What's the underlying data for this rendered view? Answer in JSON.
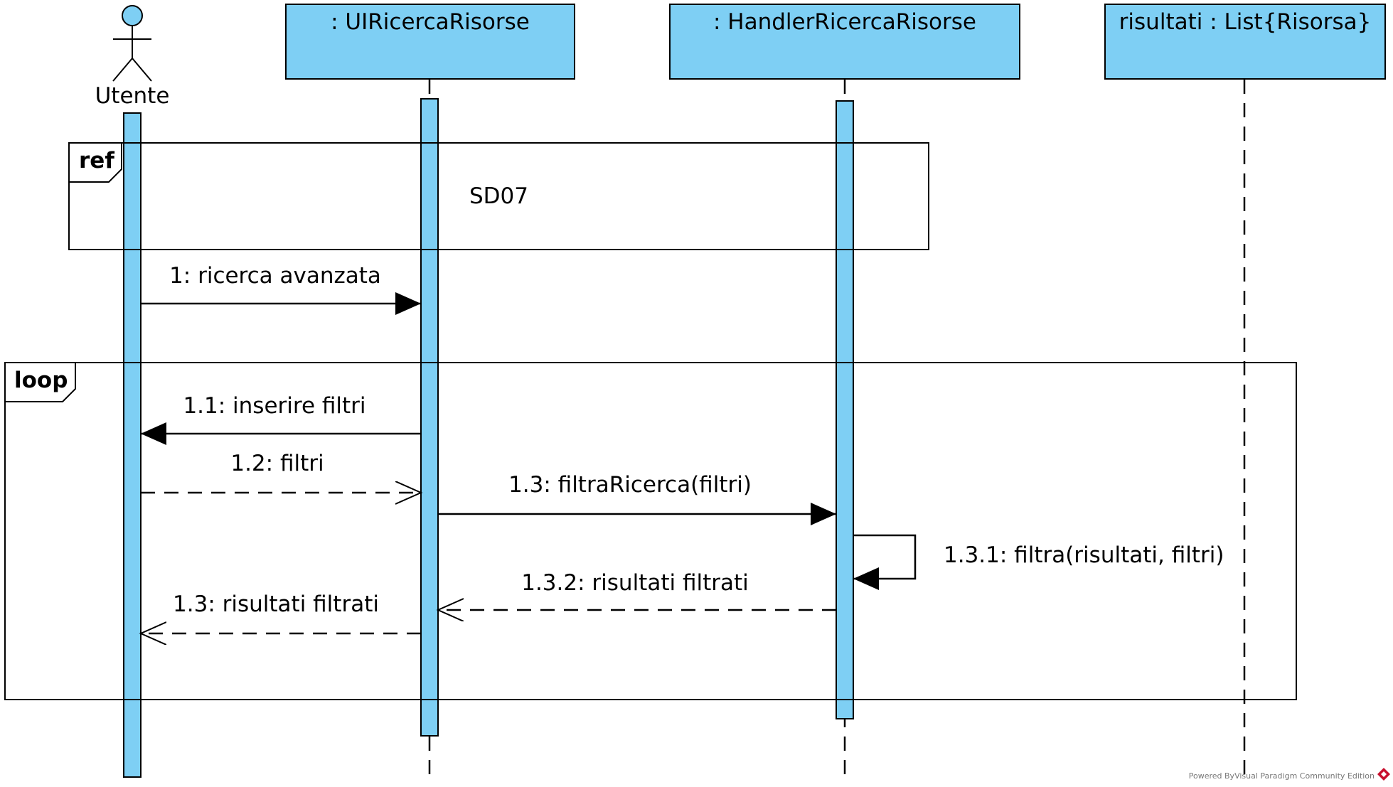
{
  "participants": {
    "actor": {
      "name": "Utente"
    },
    "ui": {
      "name": ": UIRicercaRisorse"
    },
    "handler": {
      "name": ": HandlerRicercaRisorse"
    },
    "list": {
      "name": "risultati : List{Risorsa}"
    }
  },
  "frames": {
    "ref": {
      "tag": "ref",
      "content": "SD07"
    },
    "loop": {
      "tag": "loop"
    }
  },
  "messages": [
    {
      "label": "1: ricerca avanzata",
      "kind": "sync"
    },
    {
      "label": "1.1: inserire filtri",
      "kind": "sync"
    },
    {
      "label": "1.2: filtri",
      "kind": "reply"
    },
    {
      "label": "1.3: filtraRicerca(filtri)",
      "kind": "sync"
    },
    {
      "label": "1.3.1: filtra(risultati, filtri)",
      "kind": "self"
    },
    {
      "label": "1.3.2: risultati filtrati",
      "kind": "reply"
    },
    {
      "label": "1.3: risultati filtrati",
      "kind": "reply"
    }
  ],
  "colors": {
    "lifeline_fill": "#7ecff4",
    "stroke": "#000000"
  },
  "watermark": "Powered ByVisual Paradigm Community Edition"
}
